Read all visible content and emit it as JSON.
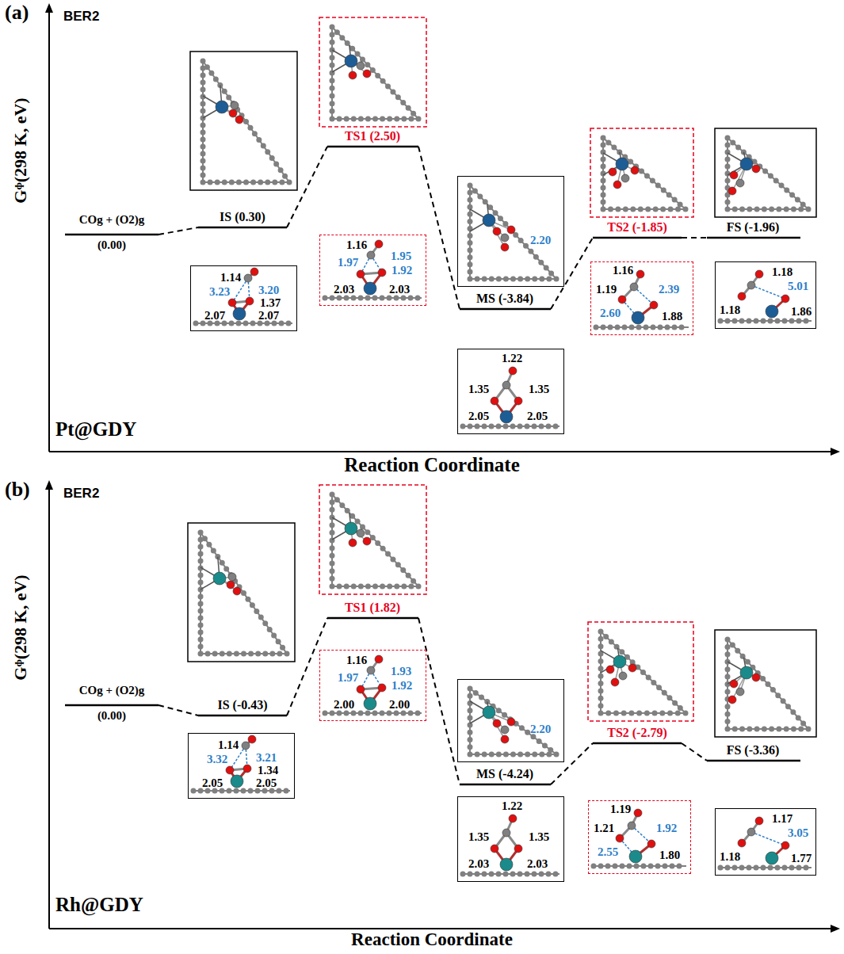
{
  "diagram": {
    "nodes": [
      {
        "text": [
          "1.14",
          "3.23",
          "3.20",
          "1.37",
          "2.07",
          "2.07"
        ]
      },
      {
        "text": [
          "1.16",
          "1.97",
          "1.95",
          "1.92",
          "2.03",
          "2.03"
        ]
      },
      {
        "text": [
          "2.20"
        ]
      },
      {
        "text": [
          "1.22",
          "1.35",
          "1.35",
          "2.05",
          "2.05"
        ]
      },
      {
        "text": [
          "1.16",
          "1.19",
          "2.39",
          "2.60",
          "1.88"
        ]
      },
      {
        "text": [
          "1.18",
          "5.01",
          "1.18",
          "1.86"
        ]
      },
      {
        "text": [
          "1.14",
          "3.32",
          "3.21",
          "1.34",
          "2.05",
          "2.05"
        ]
      },
      {
        "text": [
          "1.16",
          "1.97",
          "1.93",
          "1.92",
          "2.00",
          "2.00"
        ]
      },
      {
        "text": [
          "2.20"
        ]
      },
      {
        "text": [
          "1.22",
          "1.35",
          "1.35",
          "2.03",
          "2.03"
        ]
      },
      {
        "text": [
          "1.19",
          "1.21",
          "1.92",
          "2.55",
          "1.80"
        ]
      },
      {
        "text": [
          "1.17",
          "3.05",
          "1.18",
          "1.77"
        ]
      }
    ],
    "labels": [
      "(a)",
      "BER2",
      "Gᶲ(298 K, eV)",
      "COg + (O2)g",
      "(0.00)",
      "IS (0.30)",
      "TS1 (2.50)",
      "MS (-3.84)",
      "TS2 (-1.85)",
      "FS (-1.96)",
      "Pt@GDY",
      "Reaction Coordinate",
      "(b)",
      "BER2",
      "Gᶲ(298 K, eV)",
      "COg + (O2)g",
      "(0.00)",
      "IS (-0.43)",
      "TS1 (1.82)",
      "MS (-4.24)",
      "TS2 (-2.79)",
      "FS (-3.36)",
      "Rh@GDY",
      "Reaction Coordinate"
    ]
  }
}
